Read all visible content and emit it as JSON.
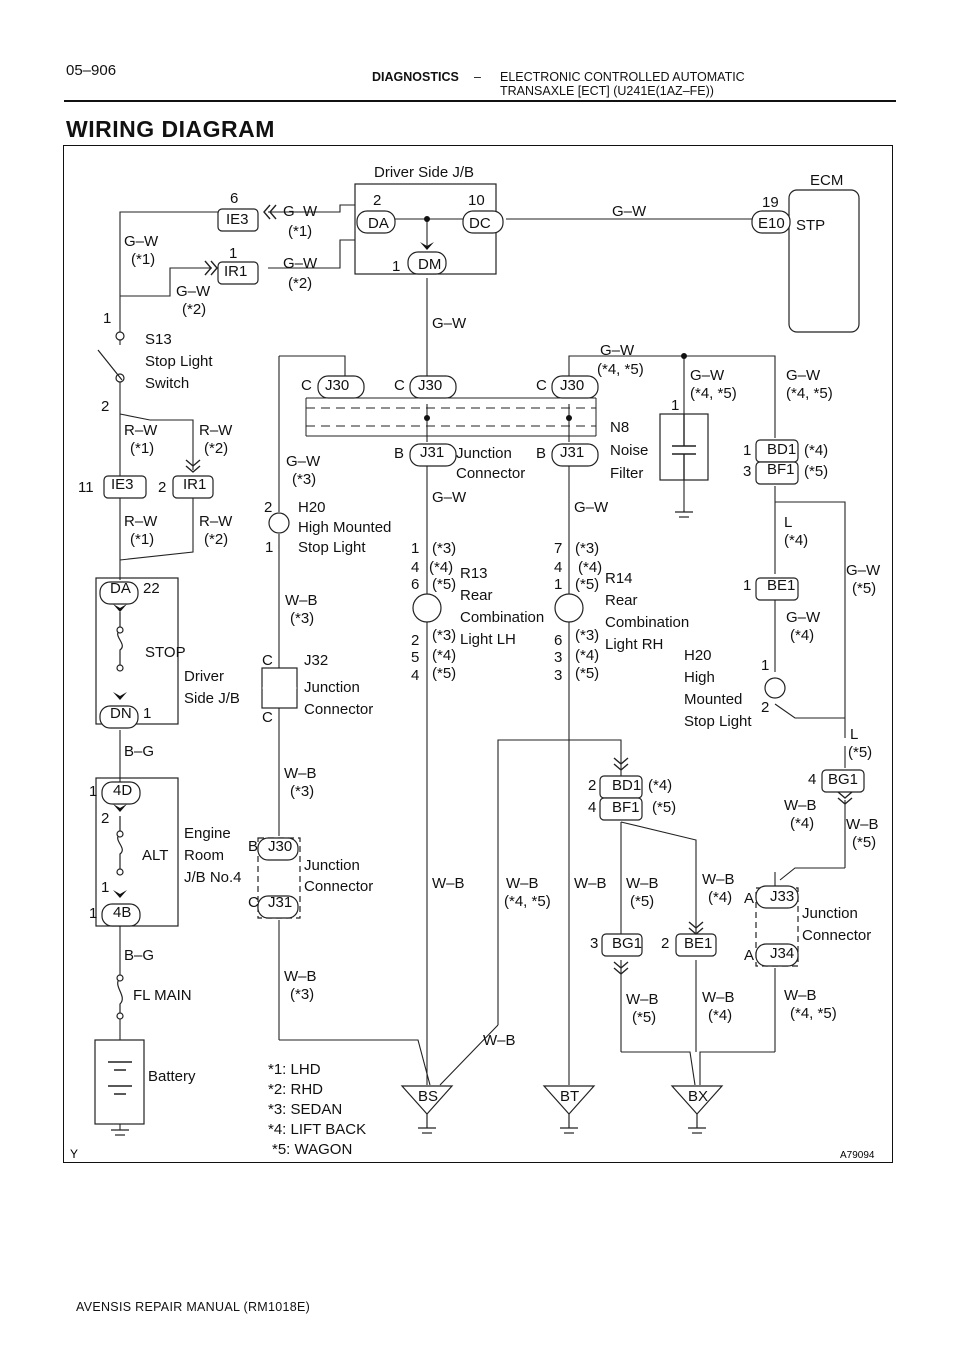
{
  "header": {
    "page_number": "05–906",
    "section": "DIAGNOSTICS",
    "dash": "–",
    "title_line1": "ELECTRONIC CONTROLLED AUTOMATIC",
    "title_line2": "TRANSAXLE [ECT] (U241E(1AZ–FE))"
  },
  "page_title": "WIRING DIAGRAM",
  "diagram": {
    "code_left": "Y",
    "code_right": "A79094",
    "labels": [
      [
        "Driver Side J/B",
        374,
        177
      ],
      [
        "ECM",
        810,
        185
      ],
      [
        "STP",
        796,
        230
      ],
      [
        "E10",
        758,
        228
      ],
      [
        "19",
        762,
        207
      ],
      [
        "G–W",
        612,
        216
      ],
      [
        "2",
        373,
        205
      ],
      [
        "10",
        468,
        205
      ],
      [
        "DA",
        368,
        228
      ],
      [
        "DC",
        469,
        228
      ],
      [
        "1",
        392,
        271
      ],
      [
        "DM",
        418,
        269
      ],
      [
        "6",
        230,
        203
      ],
      [
        "IE3",
        226,
        224
      ],
      [
        "G–W",
        283,
        216
      ],
      [
        "(*1)",
        288,
        236
      ],
      [
        "1",
        229,
        258
      ],
      [
        "IR1",
        224,
        276
      ],
      [
        "G–W",
        283,
        268
      ],
      [
        "(*2)",
        288,
        288
      ],
      [
        "G–W",
        124,
        246
      ],
      [
        "(*1)",
        131,
        264
      ],
      [
        "G–W",
        176,
        296
      ],
      [
        "(*2)",
        182,
        314
      ],
      [
        "1",
        103,
        323
      ],
      [
        "S13",
        145,
        344
      ],
      [
        "Stop Light",
        145,
        366
      ],
      [
        "Switch",
        145,
        388
      ],
      [
        "2",
        101,
        411
      ],
      [
        "R–W",
        124,
        435
      ],
      [
        "(*1)",
        130,
        453
      ],
      [
        "R–W",
        199,
        435
      ],
      [
        "(*2)",
        204,
        453
      ],
      [
        "11",
        78,
        492
      ],
      [
        "IE3",
        111,
        489
      ],
      [
        "2",
        158,
        492
      ],
      [
        "IR1",
        183,
        489
      ],
      [
        "R–W",
        124,
        526
      ],
      [
        "(*1)",
        130,
        544
      ],
      [
        "R–W",
        199,
        526
      ],
      [
        "(*2)",
        204,
        544
      ],
      [
        "DA",
        110,
        593
      ],
      [
        "22",
        143,
        593
      ],
      [
        "STOP",
        145,
        657
      ],
      [
        "Driver",
        184,
        681
      ],
      [
        "Side J/B",
        184,
        703
      ],
      [
        "DN",
        110,
        718
      ],
      [
        "1",
        143,
        718
      ],
      [
        "B–G",
        124,
        756
      ],
      [
        "1",
        89,
        796
      ],
      [
        "4D",
        113,
        795
      ],
      [
        "2",
        101,
        823
      ],
      [
        "Engine",
        184,
        838
      ],
      [
        "Room",
        184,
        860
      ],
      [
        "J/B No.4",
        184,
        882
      ],
      [
        "ALT",
        142,
        860
      ],
      [
        "1",
        101,
        892
      ],
      [
        "1",
        89,
        918
      ],
      [
        "4B",
        113,
        917
      ],
      [
        "B–G",
        124,
        960
      ],
      [
        "FL MAIN",
        133,
        1000
      ],
      [
        "Battery",
        148,
        1081
      ],
      [
        "G–W",
        432,
        328
      ],
      [
        "C",
        301,
        390
      ],
      [
        "J30",
        325,
        390
      ],
      [
        "C",
        394,
        390
      ],
      [
        "J30",
        418,
        390
      ],
      [
        "C",
        536,
        390
      ],
      [
        "J30",
        560,
        390
      ],
      [
        "B",
        394,
        458
      ],
      [
        "J31",
        420,
        457
      ],
      [
        "Junction",
        456,
        458
      ],
      [
        "Connector",
        456,
        478
      ],
      [
        "B",
        536,
        458
      ],
      [
        "J31",
        560,
        457
      ],
      [
        "G–W",
        286,
        466
      ],
      [
        "(*3)",
        292,
        484
      ],
      [
        "G–W",
        432,
        502
      ],
      [
        "G–W",
        574,
        512
      ],
      [
        "2",
        264,
        512
      ],
      [
        "H20",
        298,
        512
      ],
      [
        "High Mounted",
        298,
        532
      ],
      [
        "Stop Light",
        298,
        552
      ],
      [
        "1",
        265,
        552
      ],
      [
        "1",
        411,
        553
      ],
      [
        "(*3)",
        432,
        553
      ],
      [
        "4",
        411,
        572
      ],
      [
        "(*4)",
        429,
        572
      ],
      [
        "6",
        411,
        589
      ],
      [
        "(*5)",
        432,
        589
      ],
      [
        "R13",
        460,
        578
      ],
      [
        "Rear",
        460,
        600
      ],
      [
        "Combination",
        460,
        622
      ],
      [
        "Light LH",
        460,
        644
      ],
      [
        "2",
        411,
        645
      ],
      [
        "(*3)",
        432,
        640
      ],
      [
        "5",
        411,
        662
      ],
      [
        "(*4)",
        432,
        660
      ],
      [
        "4",
        411,
        680
      ],
      [
        "(*5)",
        432,
        678
      ],
      [
        "7",
        554,
        553
      ],
      [
        "(*3)",
        575,
        553
      ],
      [
        "4",
        554,
        572
      ],
      [
        "(*4)",
        578,
        572
      ],
      [
        "1",
        554,
        589
      ],
      [
        "(*5)",
        575,
        589
      ],
      [
        "R14",
        605,
        583
      ],
      [
        "Rear",
        605,
        605
      ],
      [
        "Combination",
        605,
        627
      ],
      [
        "Light RH",
        605,
        649
      ],
      [
        "6",
        554,
        645
      ],
      [
        "(*3)",
        575,
        640
      ],
      [
        "3",
        554,
        662
      ],
      [
        "(*4)",
        575,
        660
      ],
      [
        "3",
        554,
        680
      ],
      [
        "(*5)",
        575,
        678
      ],
      [
        "W–B",
        285,
        605
      ],
      [
        "(*3)",
        290,
        623
      ],
      [
        "C",
        262,
        665
      ],
      [
        "J32",
        304,
        665
      ],
      [
        "Junction",
        304,
        692
      ],
      [
        "Connector",
        304,
        714
      ],
      [
        "C",
        262,
        722
      ],
      [
        "W–B",
        284,
        778
      ],
      [
        "(*3)",
        290,
        796
      ],
      [
        "B",
        248,
        851
      ],
      [
        "J30",
        268,
        851
      ],
      [
        "Junction",
        304,
        870
      ],
      [
        "Connector",
        304,
        891
      ],
      [
        "C",
        248,
        907
      ],
      [
        "J31",
        268,
        907
      ],
      [
        "W–B",
        284,
        981
      ],
      [
        "(*3)",
        290,
        999
      ],
      [
        "G–W",
        600,
        355
      ],
      [
        "(*4, *5)",
        597,
        374
      ],
      [
        "G–W",
        690,
        380
      ],
      [
        "(*4, *5)",
        690,
        398
      ],
      [
        "G–W",
        786,
        380
      ],
      [
        "(*4, *5)",
        786,
        398
      ],
      [
        "N8",
        610,
        432
      ],
      [
        "Noise",
        610,
        455
      ],
      [
        "Filter",
        610,
        478
      ],
      [
        "1",
        671,
        410
      ],
      [
        "1",
        743,
        455
      ],
      [
        "BD1",
        767,
        454
      ],
      [
        "(*4)",
        804,
        455
      ],
      [
        "3",
        743,
        476
      ],
      [
        "BF1",
        767,
        474
      ],
      [
        "(*5)",
        804,
        476
      ],
      [
        "L",
        784,
        527
      ],
      [
        "(*4)",
        784,
        545
      ],
      [
        "1",
        743,
        590
      ],
      [
        "BE1",
        767,
        590
      ],
      [
        "G–W",
        846,
        575
      ],
      [
        "(*5)",
        852,
        593
      ],
      [
        "G–W",
        786,
        622
      ],
      [
        "(*4)",
        790,
        640
      ],
      [
        "H20",
        684,
        660
      ],
      [
        "High",
        684,
        682
      ],
      [
        "Mounted",
        684,
        704
      ],
      [
        "Stop Light",
        684,
        726
      ],
      [
        "1",
        761,
        670
      ],
      [
        "2",
        761,
        712
      ],
      [
        "L",
        850,
        739
      ],
      [
        "(*5)",
        848,
        757
      ],
      [
        "4",
        808,
        784
      ],
      [
        "BG1",
        828,
        784
      ],
      [
        "W–B",
        784,
        810
      ],
      [
        "(*4)",
        790,
        828
      ],
      [
        "W–B",
        846,
        829
      ],
      [
        "(*5)",
        852,
        847
      ],
      [
        "2",
        588,
        790
      ],
      [
        "BD1",
        612,
        790
      ],
      [
        "(*4)",
        648,
        790
      ],
      [
        "4",
        588,
        812
      ],
      [
        "BF1",
        612,
        812
      ],
      [
        "(*5)",
        652,
        812
      ],
      [
        "W–B",
        432,
        888
      ],
      [
        "W–B",
        506,
        888
      ],
      [
        "(*4, *5)",
        504,
        906
      ],
      [
        "W–B",
        574,
        888
      ],
      [
        "W–B",
        626,
        888
      ],
      [
        "(*5)",
        630,
        906
      ],
      [
        "W–B",
        702,
        884
      ],
      [
        "(*4)",
        708,
        902
      ],
      [
        "A",
        744,
        903
      ],
      [
        "J33",
        770,
        901
      ],
      [
        "Junction",
        802,
        918
      ],
      [
        "Connector",
        802,
        940
      ],
      [
        "A",
        744,
        960
      ],
      [
        "J34",
        770,
        958
      ],
      [
        "3",
        590,
        948
      ],
      [
        "BG1",
        612,
        948
      ],
      [
        "2",
        661,
        948
      ],
      [
        "BE1",
        684,
        948
      ],
      [
        "W–B",
        626,
        1004
      ],
      [
        "(*5)",
        632,
        1022
      ],
      [
        "W–B",
        702,
        1002
      ],
      [
        "(*4)",
        708,
        1020
      ],
      [
        "W–B",
        784,
        1000
      ],
      [
        "(*4, *5)",
        790,
        1018
      ],
      [
        "W–B",
        483,
        1045
      ],
      [
        "BS",
        418,
        1101
      ],
      [
        "BT",
        560,
        1101
      ],
      [
        "BX",
        688,
        1101
      ],
      [
        "*1: LHD",
        268,
        1074
      ],
      [
        "*2: RHD",
        268,
        1094
      ],
      [
        "*3: SEDAN",
        268,
        1114
      ],
      [
        "*4: LIFT BACK",
        268,
        1134
      ],
      [
        "*5: WAGON",
        272,
        1154
      ]
    ]
  },
  "footer": "AVENSIS REPAIR MANUAL   (RM1018E)"
}
